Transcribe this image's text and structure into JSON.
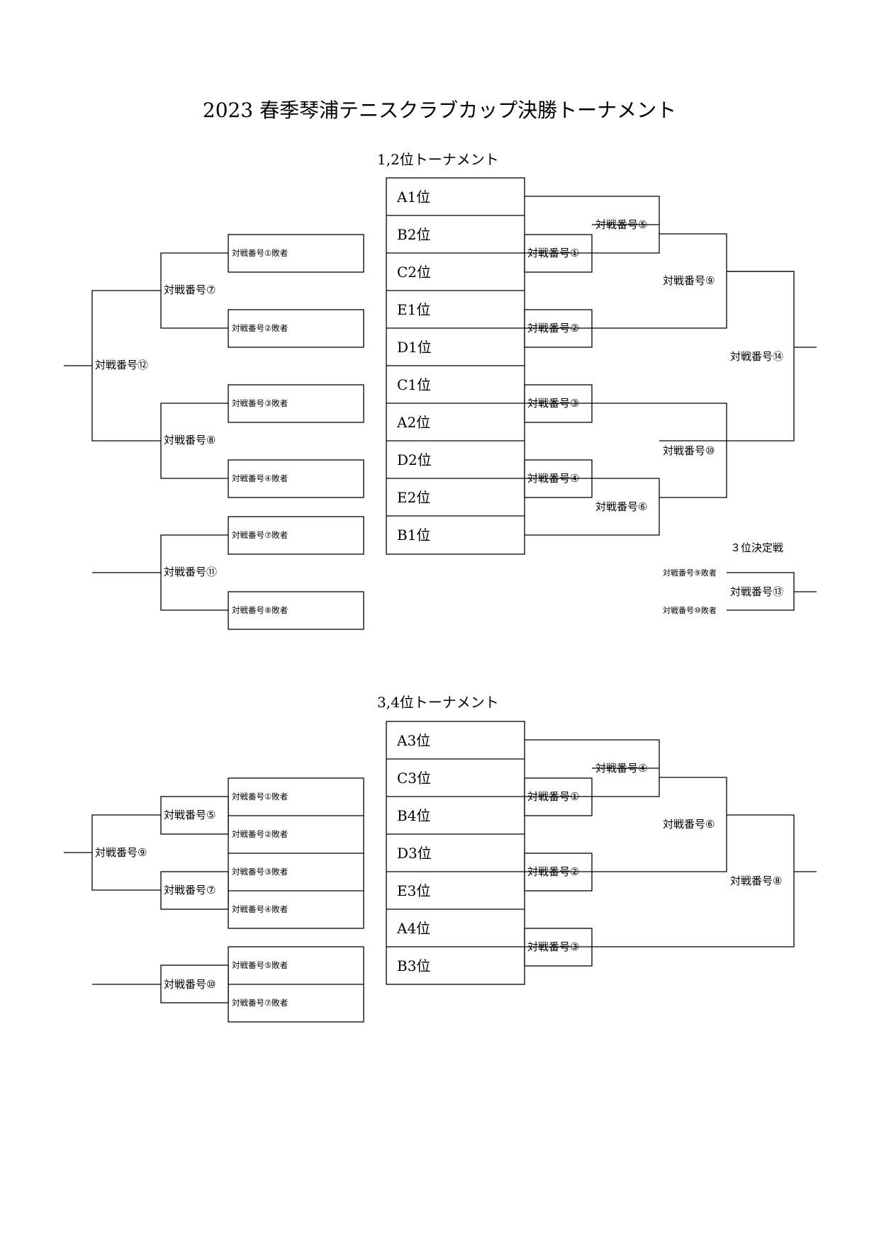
{
  "title": "2023 春季琴浦テニスクラブカップ決勝トーナメント",
  "t1": {
    "heading": "1,2位トーナメント",
    "seeds": [
      "A1位",
      "B2位",
      "C2位",
      "E1位",
      "D1位",
      "C1位",
      "A2位",
      "D2位",
      "E2位",
      "B1位"
    ],
    "main_matches": {
      "m1": "対戦番号①",
      "m2": "対戦番号②",
      "m3": "対戦番号③",
      "m4": "対戦番号④",
      "m5": "対戦番号⑤",
      "m6": "対戦番号⑥",
      "m9": "対戦番号⑨",
      "m10": "対戦番号⑩",
      "m14": "対戦番号⑭"
    },
    "consolation": {
      "entries": [
        "対戦番号①敗者",
        "対戦番号②敗者",
        "対戦番号③敗者",
        "対戦番号④敗者",
        "対戦番号⑦敗者",
        "対戦番号⑧敗者"
      ],
      "m7": "対戦番号⑦",
      "m8": "対戦番号⑧",
      "m11": "対戦番号⑪",
      "m12": "対戦番号⑫"
    },
    "third_place": {
      "heading": "３位決定戦",
      "entry_a": "対戦番号⑨敗者",
      "entry_b": "対戦番号⑩敗者",
      "match": "対戦番号⑬"
    }
  },
  "t2": {
    "heading": "3,4位トーナメント",
    "seeds": [
      "A3位",
      "C3位",
      "B4位",
      "D3位",
      "E3位",
      "A4位",
      "B3位"
    ],
    "main_matches": {
      "m1": "対戦番号①",
      "m2": "対戦番号②",
      "m3": "対戦番号③",
      "m4": "対戦番号④",
      "m6": "対戦番号⑥",
      "m8": "対戦番号⑧"
    },
    "consolation": {
      "entries": [
        "対戦番号①敗者",
        "対戦番号②敗者",
        "対戦番号③敗者",
        "対戦番号④敗者",
        "対戦番号⑤敗者",
        "対戦番号⑦敗者"
      ],
      "m5": "対戦番号⑤",
      "m7": "対戦番号⑦",
      "m9": "対戦番号⑨",
      "m10": "対戦番号⑩"
    }
  }
}
